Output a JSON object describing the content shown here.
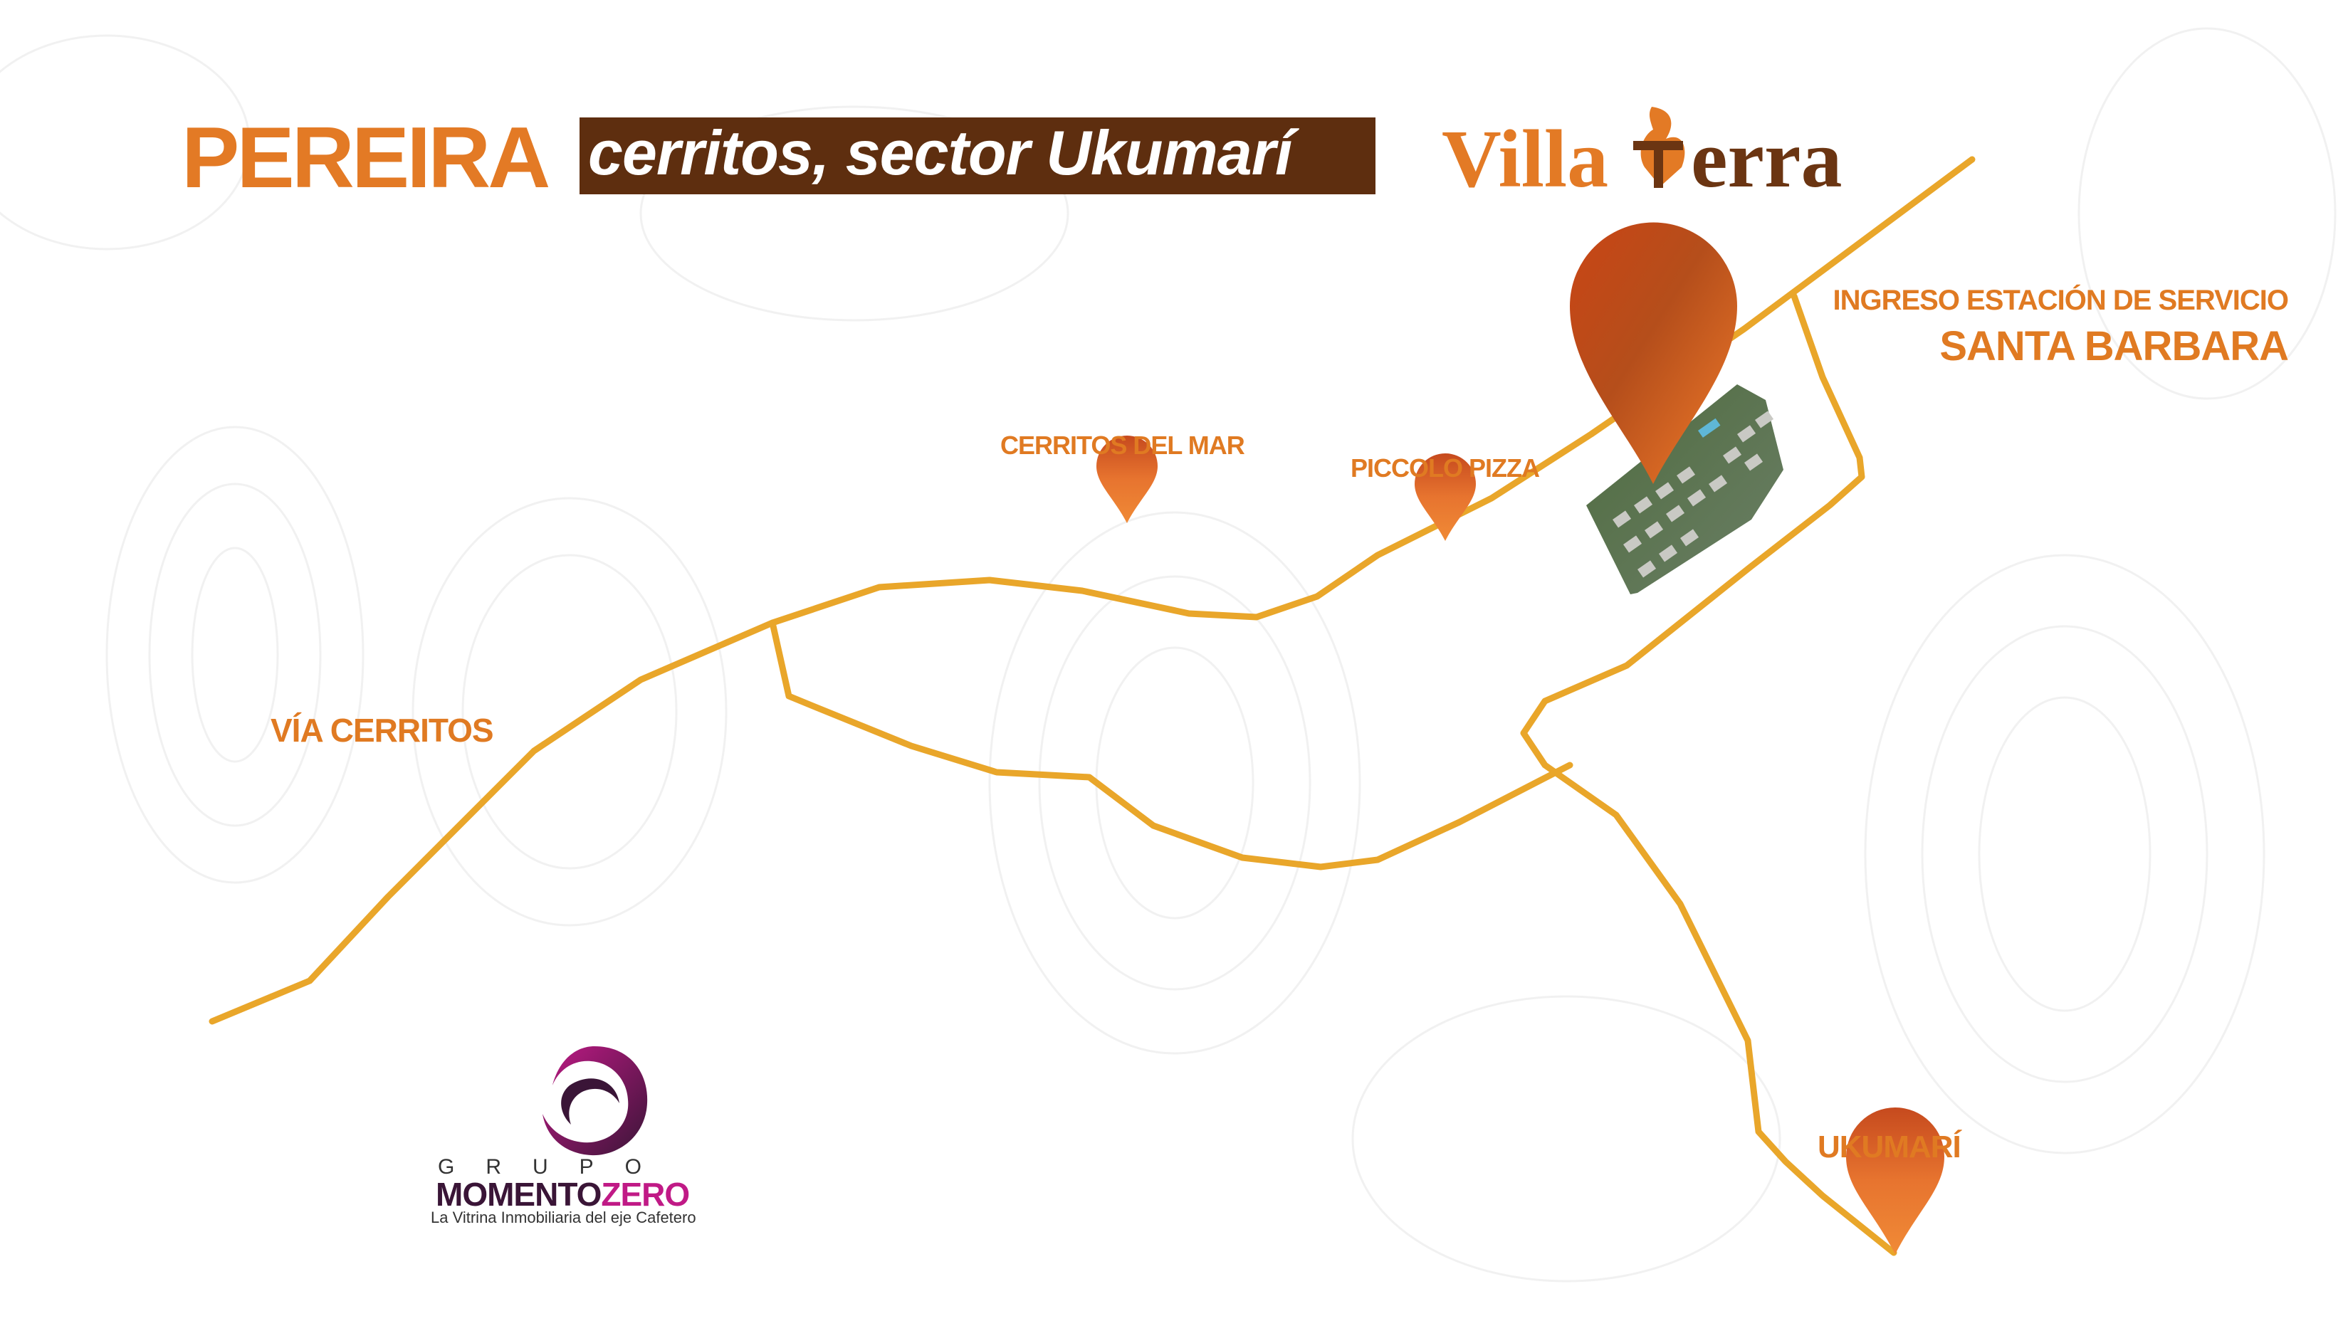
{
  "header": {
    "city": "PEREIRA",
    "subtitle": "cerritos, sector Ukumarí"
  },
  "brand": {
    "name_part1": "Villa",
    "name_part2": "erra",
    "logo_icon": "flame-t-icon"
  },
  "places": {
    "cerritos_del_mar": "CERRITOS DEL MAR",
    "piccolo_pizza": "PICCOLO PIZZA",
    "via_cerritos": "VÍA CERRITOS",
    "ingreso_line1": "INGRESO ESTACIÓN DE SERVICIO",
    "ingreso_line2": "SANTA BARBARA",
    "ukumari": "UKUMARÍ"
  },
  "developer": {
    "grupo": "GRUPO",
    "name_part1": "MOMENTO",
    "name_part2": "ZERO",
    "tagline": "La Vitrina Inmobiliaria del eje Cafetero"
  },
  "colors": {
    "accent_orange": "#e37a25",
    "road": "#e9a62a",
    "banner_brown": "#5e2e0f",
    "brand_magenta": "#c01a86"
  }
}
